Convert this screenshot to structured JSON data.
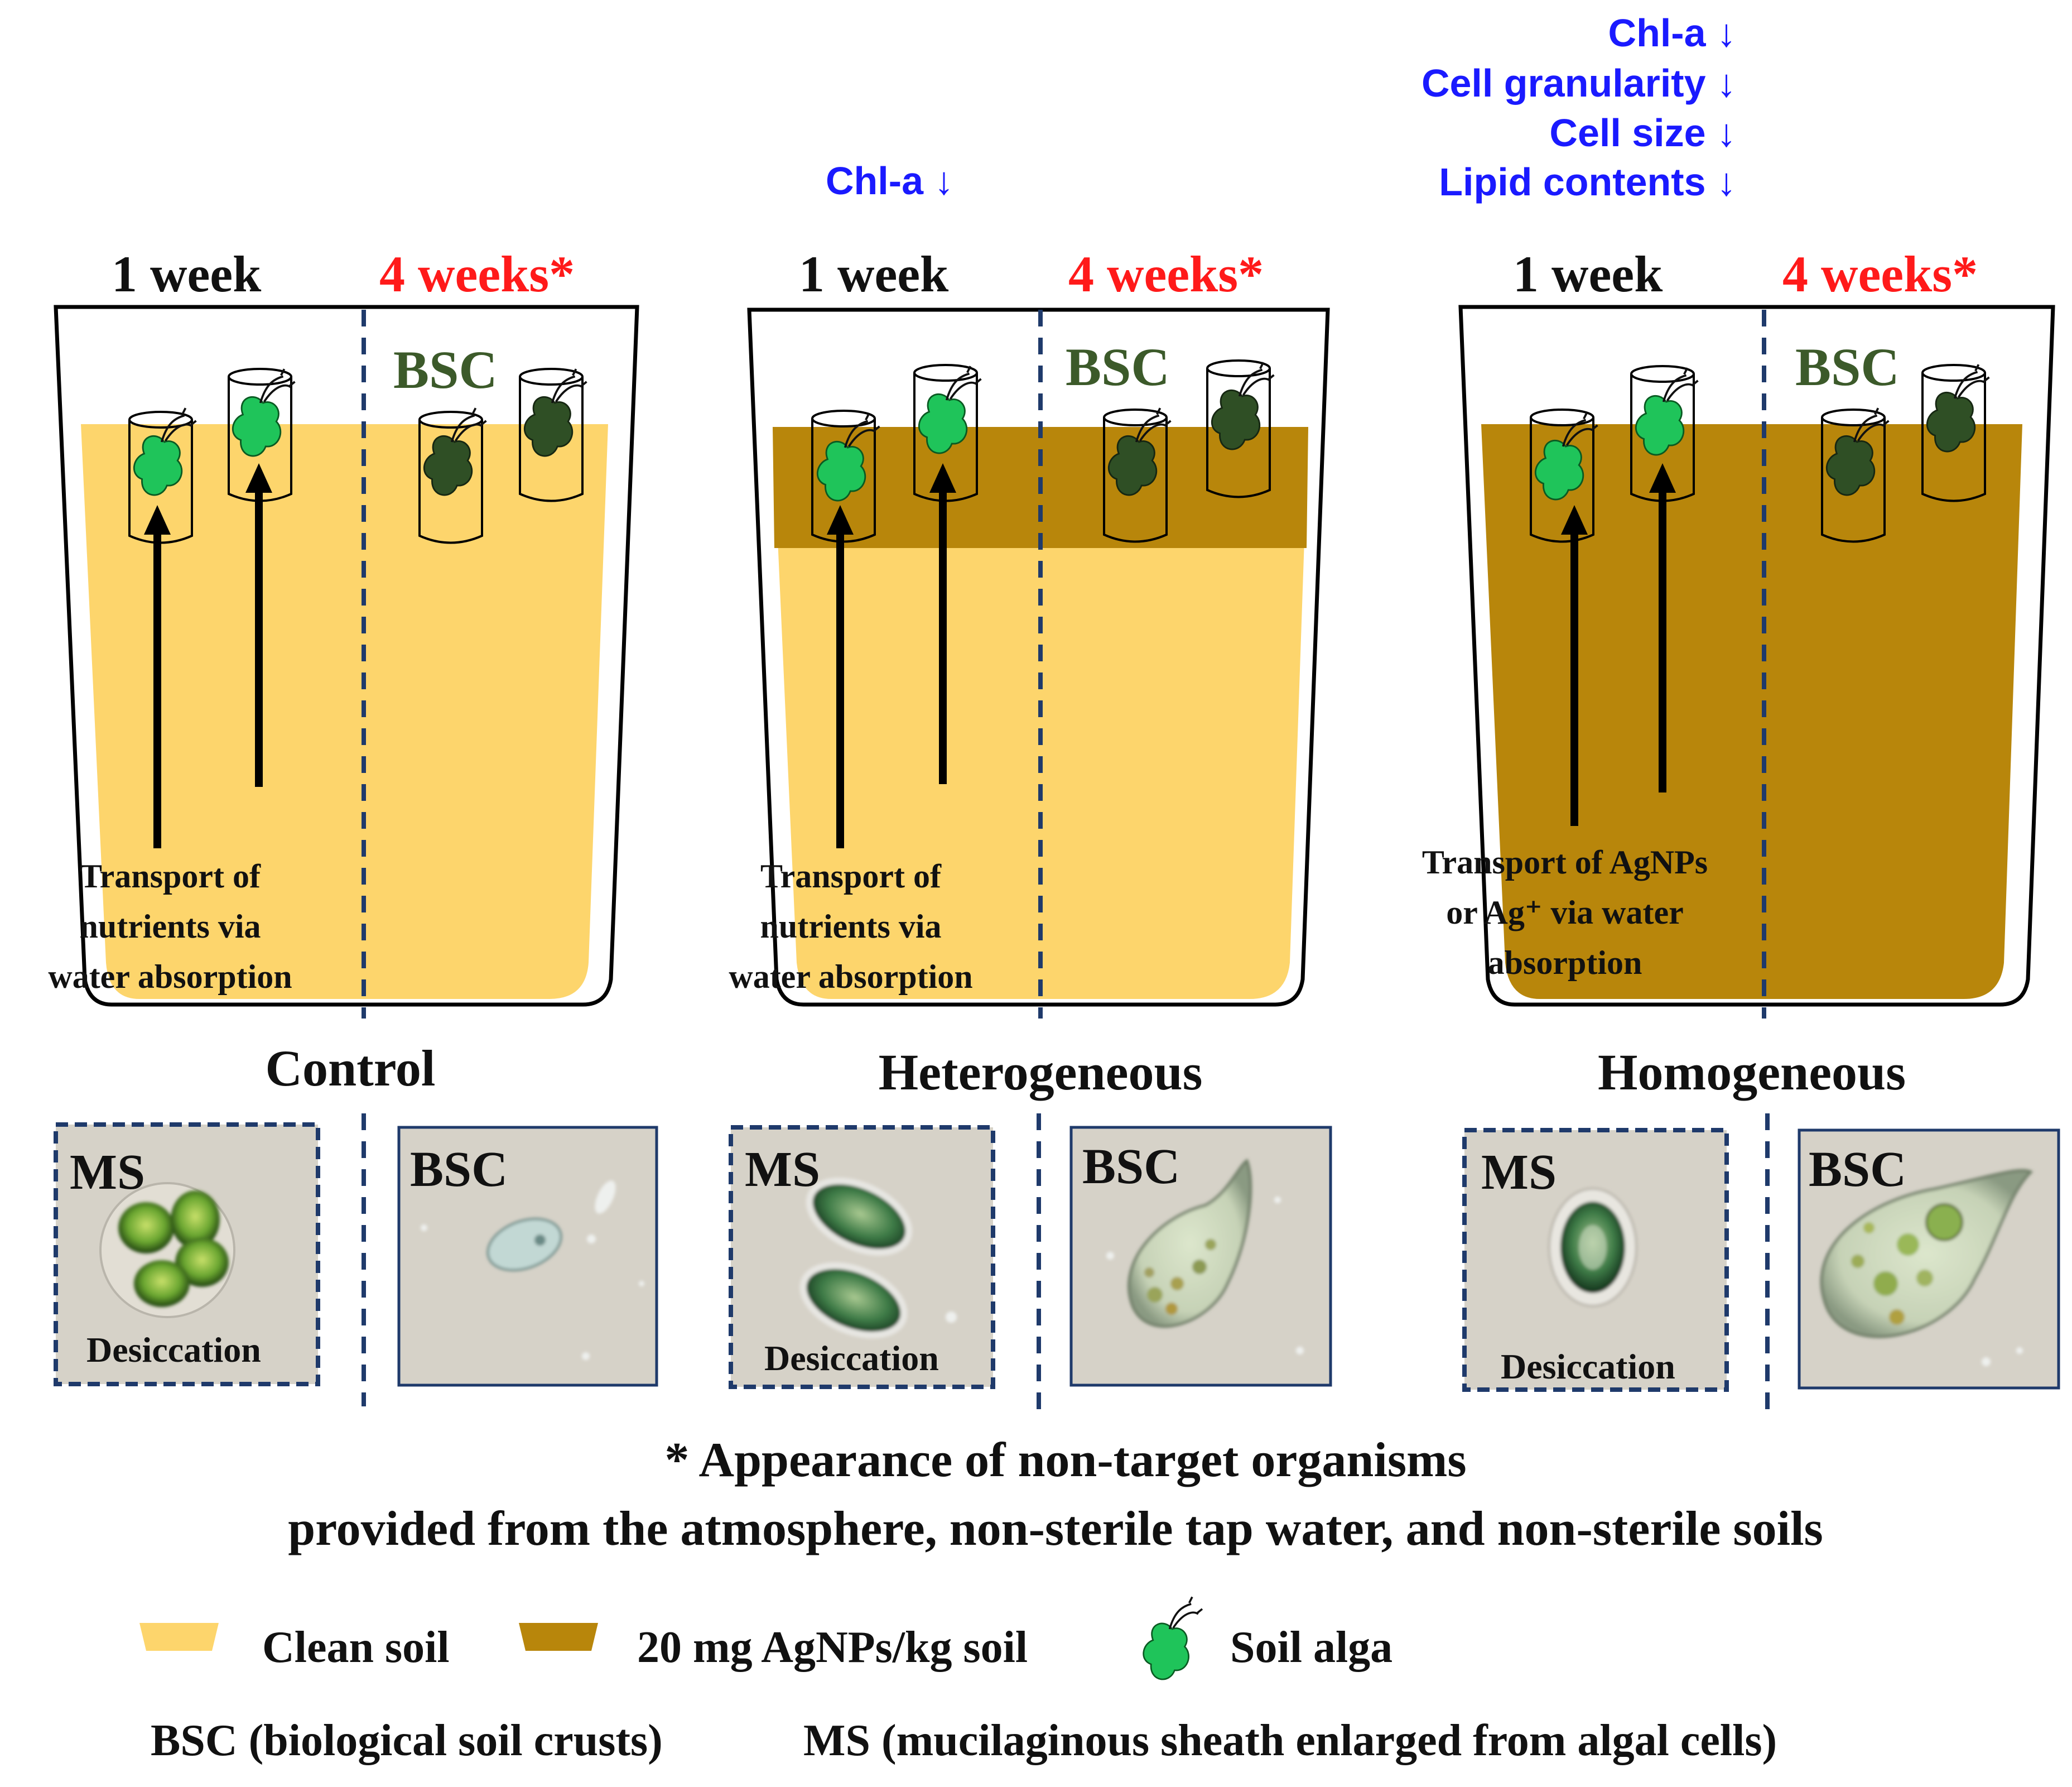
{
  "colors": {
    "clean_soil": "#fdd56c",
    "agnp_soil": "#b8860b",
    "alga_green": "#1fc45a",
    "bsc_green": "#2f4f25",
    "effect_blue": "#1a1aff",
    "week4_red": "#ff1a1a",
    "micrograph_bg": "#d6d2c8"
  },
  "effects": {
    "heterogeneous": [
      "Chl-a ↓"
    ],
    "homogeneous": [
      "Chl-a ↓",
      "Cell granularity ↓",
      "Cell size ↓",
      "Lipid contents ↓"
    ]
  },
  "panels": [
    {
      "treatment": "Control",
      "week1": "1 week",
      "week4": "4 weeks*",
      "bsc": "BSC",
      "transport_lines": [
        "Transport of",
        "nutrients via",
        "water absorption"
      ],
      "micro_left": {
        "label": "MS",
        "caption": "Desiccation"
      },
      "micro_right": {
        "label": "BSC"
      }
    },
    {
      "treatment": "Heterogeneous",
      "week1": "1 week",
      "week4": "4 weeks*",
      "bsc": "BSC",
      "transport_lines": [
        "Transport of",
        "nutrients via",
        "water absorption"
      ],
      "micro_left": {
        "label": "MS",
        "caption": "Desiccation"
      },
      "micro_right": {
        "label": "BSC"
      }
    },
    {
      "treatment": "Homogeneous",
      "week1": "1 week",
      "week4": "4 weeks*",
      "bsc": "BSC",
      "transport_lines": [
        "Transport of AgNPs",
        "or Ag⁺ via water",
        "absorption"
      ],
      "micro_left": {
        "label": "MS",
        "caption": "Desiccation"
      },
      "micro_right": {
        "label": "BSC"
      }
    }
  ],
  "footnote": {
    "line1": "* Appearance of non-target organisms",
    "line2": "provided from the atmosphere, non-sterile tap water, and non-sterile soils"
  },
  "legend": {
    "clean_soil": "Clean soil",
    "agnp_soil": "20 mg AgNPs/kg soil",
    "soil_alga": "Soil alga",
    "bsc_def": "BSC (biological soil crusts)",
    "ms_def": "MS (mucilaginous sheath enlarged from algal cells)"
  }
}
